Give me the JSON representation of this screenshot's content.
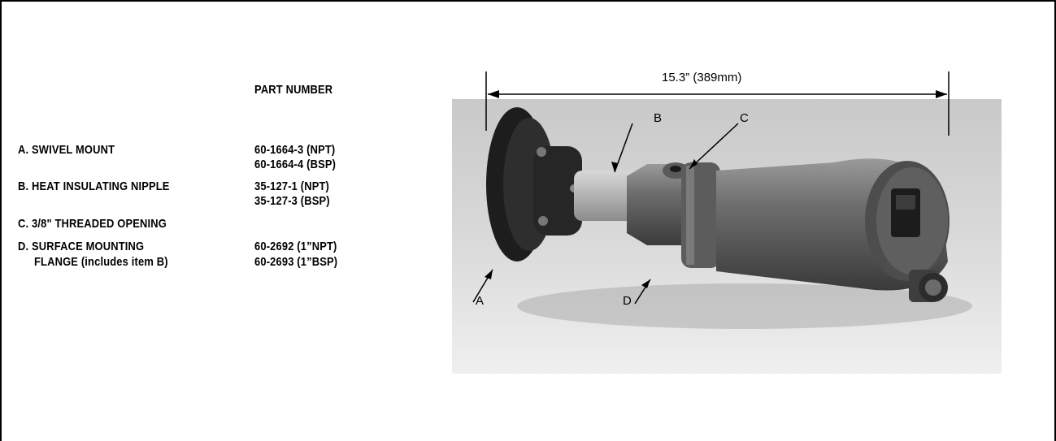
{
  "table": {
    "header": "PART NUMBER",
    "rows": [
      {
        "item": "A.  SWIVEL MOUNT",
        "parts": [
          "60-1664-3  (NPT)",
          "60-1664-4  (BSP)"
        ]
      },
      {
        "item": "B. HEAT INSULATING NIPPLE",
        "parts": [
          "35-127-1   (NPT)",
          "35-127-3   (BSP)"
        ]
      },
      {
        "item": "C. 3/8\" THREADED OPENING",
        "parts": []
      },
      {
        "item": "D. SURFACE MOUNTING",
        "item_line2": "FLANGE (includes item B)",
        "parts": [
          "60-2692 (1”NPT)",
          "60-2693 (1”BSP)"
        ]
      }
    ]
  },
  "figure": {
    "dimension": "15.3” (389mm)",
    "callouts": {
      "a": "A",
      "b": "B",
      "c": "C",
      "d": "D"
    }
  }
}
